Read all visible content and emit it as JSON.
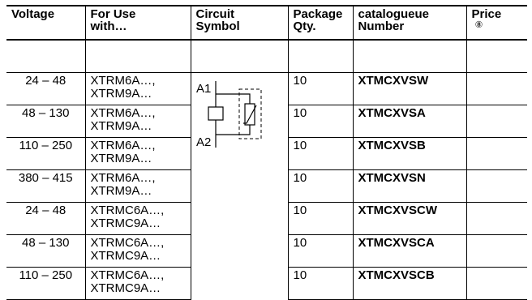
{
  "table": {
    "columns": {
      "voltage": "Voltage",
      "for_use_with": [
        "For Use",
        "with…"
      ],
      "circuit_symbol": [
        "Circuit",
        "Symbol"
      ],
      "package_qty": [
        "Package",
        "Qty."
      ],
      "catalog_number": [
        "catalogueue",
        "Number"
      ],
      "price": "Price",
      "price_footnote": "⑧"
    },
    "symbol_labels": {
      "a1": "A1",
      "a2": "A2"
    },
    "rows": [
      {
        "voltage": "24 – 48",
        "for_use_with": [
          "XTRM6A…,",
          "XTRM9A…"
        ],
        "package_qty": "10",
        "catalog_number": "XTMCXVSW",
        "price": ""
      },
      {
        "voltage": "48 – 130",
        "for_use_with": [
          "XTRM6A…,",
          "XTRM9A…"
        ],
        "package_qty": "10",
        "catalog_number": "XTMCXVSA",
        "price": ""
      },
      {
        "voltage": "110 – 250",
        "for_use_with": [
          "XTRM6A…,",
          "XTRM9A…"
        ],
        "package_qty": "10",
        "catalog_number": "XTMCXVSB",
        "price": ""
      },
      {
        "voltage": "380 – 415",
        "for_use_with": [
          "XTRM6A…,",
          "XTRM9A…"
        ],
        "package_qty": "10",
        "catalog_number": "XTMCXVSN",
        "price": ""
      },
      {
        "voltage": "24 – 48",
        "for_use_with": [
          "XTRMC6A…,",
          "XTRMC9A…"
        ],
        "package_qty": "10",
        "catalog_number": "XTMCXVSCW",
        "price": ""
      },
      {
        "voltage": "48 – 130",
        "for_use_with": [
          "XTRMC6A…,",
          "XTRMC9A…"
        ],
        "package_qty": "10",
        "catalog_number": "XTMCXVSCA",
        "price": ""
      },
      {
        "voltage": "110 – 250",
        "for_use_with": [
          "XTRMC6A…,",
          "XTRMC9A…"
        ],
        "package_qty": "10",
        "catalog_number": "XTMCXVSCB",
        "price": ""
      }
    ]
  }
}
